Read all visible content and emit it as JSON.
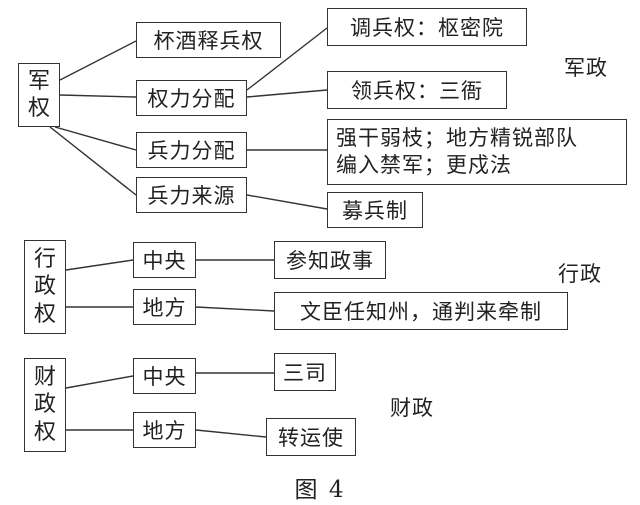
{
  "military": {
    "root": [
      "军",
      "权"
    ],
    "branches": [
      "杯酒释兵权",
      "权力分配",
      "兵力分配",
      "兵力来源"
    ],
    "dispatch": "调兵权：枢密院",
    "command": "领兵权：三衙",
    "deploy_line1": "强干弱枝；地方精锐部队",
    "deploy_line2": "编入禁军；更戍法",
    "source": "募兵制",
    "side_label": "军政"
  },
  "admin": {
    "root": [
      "行",
      "政",
      "权"
    ],
    "central": "中央",
    "central_detail": "参知政事",
    "local": "地方",
    "local_detail": "文臣任知州，通判来牵制",
    "side_label": "行政"
  },
  "finance": {
    "root": [
      "财",
      "政",
      "权"
    ],
    "central": "中央",
    "central_detail": "三司",
    "local": "地方",
    "local_detail": "转运使",
    "side_label": "财政"
  },
  "caption": "图 4"
}
